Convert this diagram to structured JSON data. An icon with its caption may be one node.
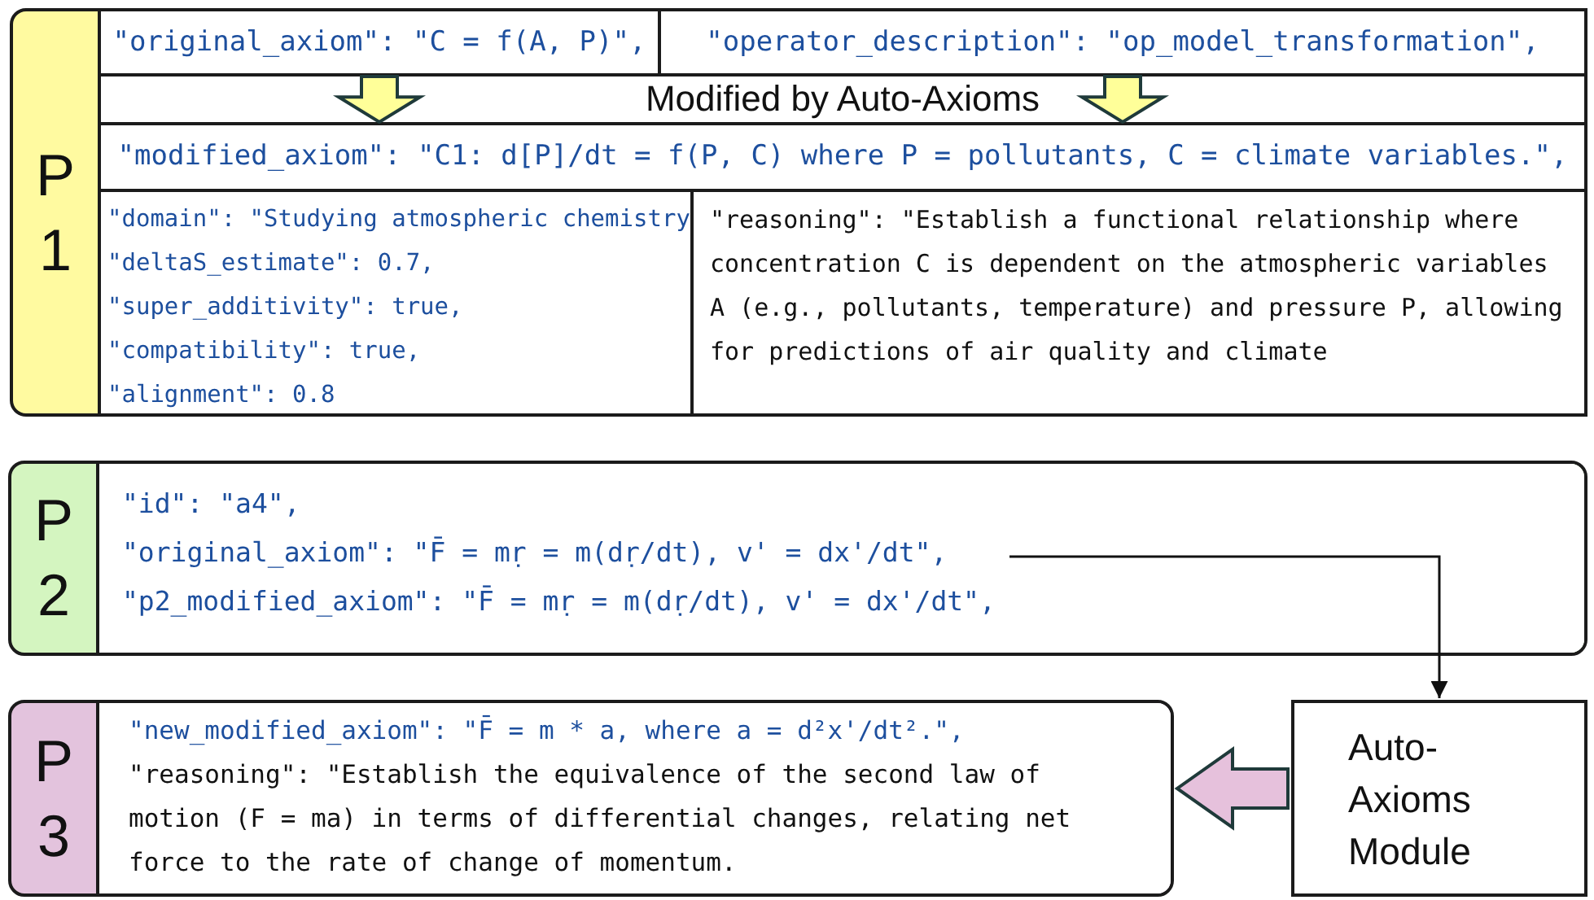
{
  "diagram": {
    "nodes": [
      {
        "text": [
          "P 1"
        ]
      },
      {
        "text": [
          "\"original_axiom\": \"C = f(A, P)\","
        ],
        "in": 0
      },
      {
        "text": [
          "\"operator_description\": \"op_model_transformation\","
        ],
        "in": 0
      },
      {
        "text": [
          "Modified by Auto-Axioms"
        ],
        "in": 0
      },
      {
        "text": [
          "\"modified_axiom\": \"C1: d[P]/dt = f(P, C) where P = pollutants, C = climate variables.\","
        ],
        "in": 0
      },
      {
        "text": [
          "\"domain\": \"Studying atmospheric chemistry",
          "\"deltaS_estimate\": 0.7,",
          "\"super_additivity\": true,",
          "\"compatibility\": true,",
          "\"alignment\": 0.8"
        ],
        "in": 0
      },
      {
        "text": [
          "\"reasoning\": \"Establish a functional relationship where concentration C is dependent on the atmospheric variables A (e.g., pollutants, temperature) and pressure P, allowing for predictions of air quality and climate"
        ],
        "in": 0
      },
      {
        "text": [
          "P 2",
          "\"id\": \"a4\",",
          "\"original_axiom\": \"F̄ = mṛ = m(dṛ/dt), v' = dx'/dt\",",
          "\"p2_modified_axiom\": \"F̄ = mṛ = m(dṛ/dt), v' = dx'/dt\","
        ]
      },
      {
        "text": [
          "P 3",
          "\"new_modified_axiom\": \"F̄ = m * a, where a = d²x'/dt².\",",
          "\"reasoning\": \"Establish the equivalence of the second law of motion (F = ma) in terms of differential changes, relating net force to the rate of change of momentum."
        ]
      },
      {
        "text": [
          "Auto- Axioms Module"
        ]
      }
    ],
    "edges": [
      {
        "from": 1,
        "to": 4,
        "arrow": "to",
        "style": "thick",
        "color": "#ffff99"
      },
      {
        "from": 2,
        "to": 4,
        "arrow": "to",
        "style": "thick",
        "color": "#ffff99"
      },
      {
        "from": 7,
        "to": 9,
        "arrow": "to"
      },
      {
        "from": 9,
        "to": 8,
        "arrow": "to",
        "style": "thick",
        "color": "#e6c1dc"
      }
    ]
  }
}
